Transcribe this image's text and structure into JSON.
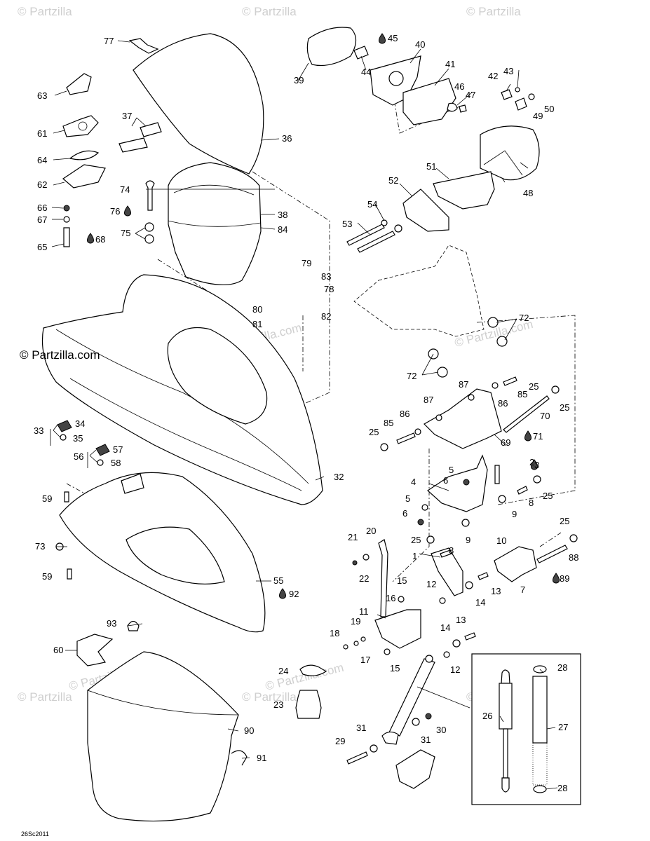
{
  "diagram_code": "26Sc2011",
  "watermarks": [
    "© Partzilla.com",
    "© Partzilla"
  ],
  "drop_icon": "oil-drop-icon",
  "labels": [
    "1",
    "2",
    "3",
    "4",
    "5",
    "5",
    "6",
    "6",
    "7",
    "8",
    "8",
    "9",
    "9",
    "10",
    "11",
    "12",
    "12",
    "13",
    "13",
    "14",
    "14",
    "15",
    "15",
    "16",
    "17",
    "18",
    "19",
    "20",
    "21",
    "22",
    "23",
    "24",
    "25",
    "25",
    "25",
    "25",
    "25",
    "25",
    "26",
    "27",
    "28",
    "28",
    "29",
    "30",
    "31",
    "31",
    "32",
    "33",
    "34",
    "35",
    "36",
    "37",
    "38",
    "39",
    "40",
    "41",
    "42",
    "43",
    "44",
    "45",
    "46",
    "47",
    "48",
    "49",
    "50",
    "51",
    "52",
    "53",
    "54",
    "55",
    "56",
    "57",
    "58",
    "59",
    "59",
    "60",
    "61",
    "62",
    "63",
    "64",
    "65",
    "66",
    "67",
    "68",
    "69",
    "70",
    "71",
    "72",
    "72",
    "73",
    "74",
    "75",
    "76",
    "77",
    "78",
    "79",
    "80",
    "81",
    "82",
    "83",
    "84",
    "85",
    "85",
    "86",
    "86",
    "87",
    "87",
    "88",
    "89",
    "90",
    "91",
    "92",
    "93"
  ]
}
